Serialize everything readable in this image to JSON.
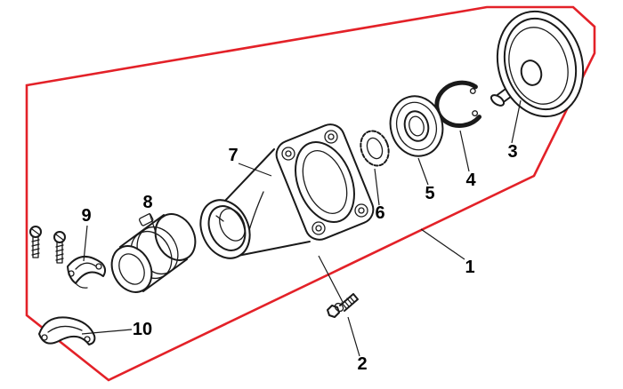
{
  "colors": {
    "outline_red": "#e32128",
    "line_black": "#1a1a1a",
    "background": "#ffffff"
  },
  "labels": {
    "p1": "1",
    "p2": "2",
    "p3": "3",
    "p4": "4",
    "p5": "5",
    "p6": "6",
    "p7": "7",
    "p8": "8",
    "p9": "9",
    "p10": "10"
  }
}
